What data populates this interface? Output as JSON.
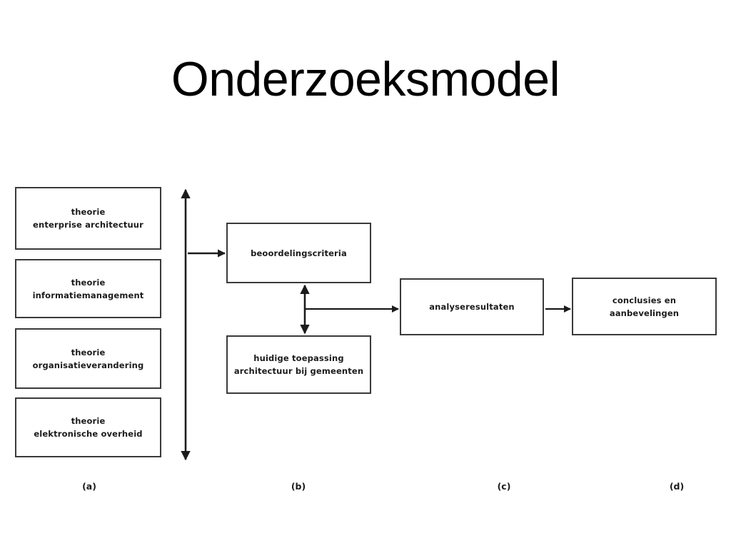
{
  "slide": {
    "title": "Onderzoeksmodel",
    "background_color": "#ffffff",
    "line_color": "#3a3a3a",
    "text_color": "#1b1b1b"
  },
  "diagram": {
    "type": "flow-diagram",
    "columns": [
      {
        "caption": "(a)",
        "nodes": [
          {
            "id": "theorie-enterprise-architectuur",
            "line1": "theorie",
            "line2": "enterprise architectuur"
          },
          {
            "id": "theorie-informatiemanagement",
            "line1": "theorie",
            "line2": "informatiemanagement"
          },
          {
            "id": "theorie-organisatieverandering",
            "line1": "theorie",
            "line2": "organisatieverandering"
          },
          {
            "id": "theorie-elektronische-overheid",
            "line1": "theorie",
            "line2": "elektronische overheid"
          }
        ]
      },
      {
        "caption": "(b)",
        "nodes": [
          {
            "id": "beoordelingscriteria",
            "line1": "beoordelingscriteria",
            "line2": ""
          },
          {
            "id": "huidige-toepassing",
            "line1": "huidige toepassing",
            "line2": "architectuur bij gemeenten"
          }
        ]
      },
      {
        "caption": "(c)",
        "nodes": [
          {
            "id": "analyseresultaten",
            "line1": "analyseresultaten",
            "line2": ""
          }
        ]
      },
      {
        "caption": "(d)",
        "nodes": [
          {
            "id": "conclusies-en-aanbevelingen",
            "line1": "conclusies en aanbevelingen",
            "line2": ""
          }
        ]
      }
    ],
    "connectors": [
      {
        "id": "bracket-theorieen",
        "kind": "double-headed-vertical-arrow",
        "from": "theorie-column-top",
        "to": "theorie-column-bottom"
      },
      {
        "id": "theorieen-to-beoordelingscriteria",
        "kind": "arrow-right",
        "from": "theorie-column",
        "to": "beoordelingscriteria"
      },
      {
        "id": "criteria-huidige-link",
        "kind": "double-headed-vertical-arrow",
        "from": "beoordelingscriteria",
        "to": "huidige-toepassing"
      },
      {
        "id": "link-to-analyseresultaten",
        "kind": "arrow-right",
        "from": "criteria-huidige-link",
        "to": "analyseresultaten"
      },
      {
        "id": "analyse-to-conclusies",
        "kind": "arrow-right",
        "from": "analyseresultaten",
        "to": "conclusies-en-aanbevelingen"
      }
    ]
  }
}
